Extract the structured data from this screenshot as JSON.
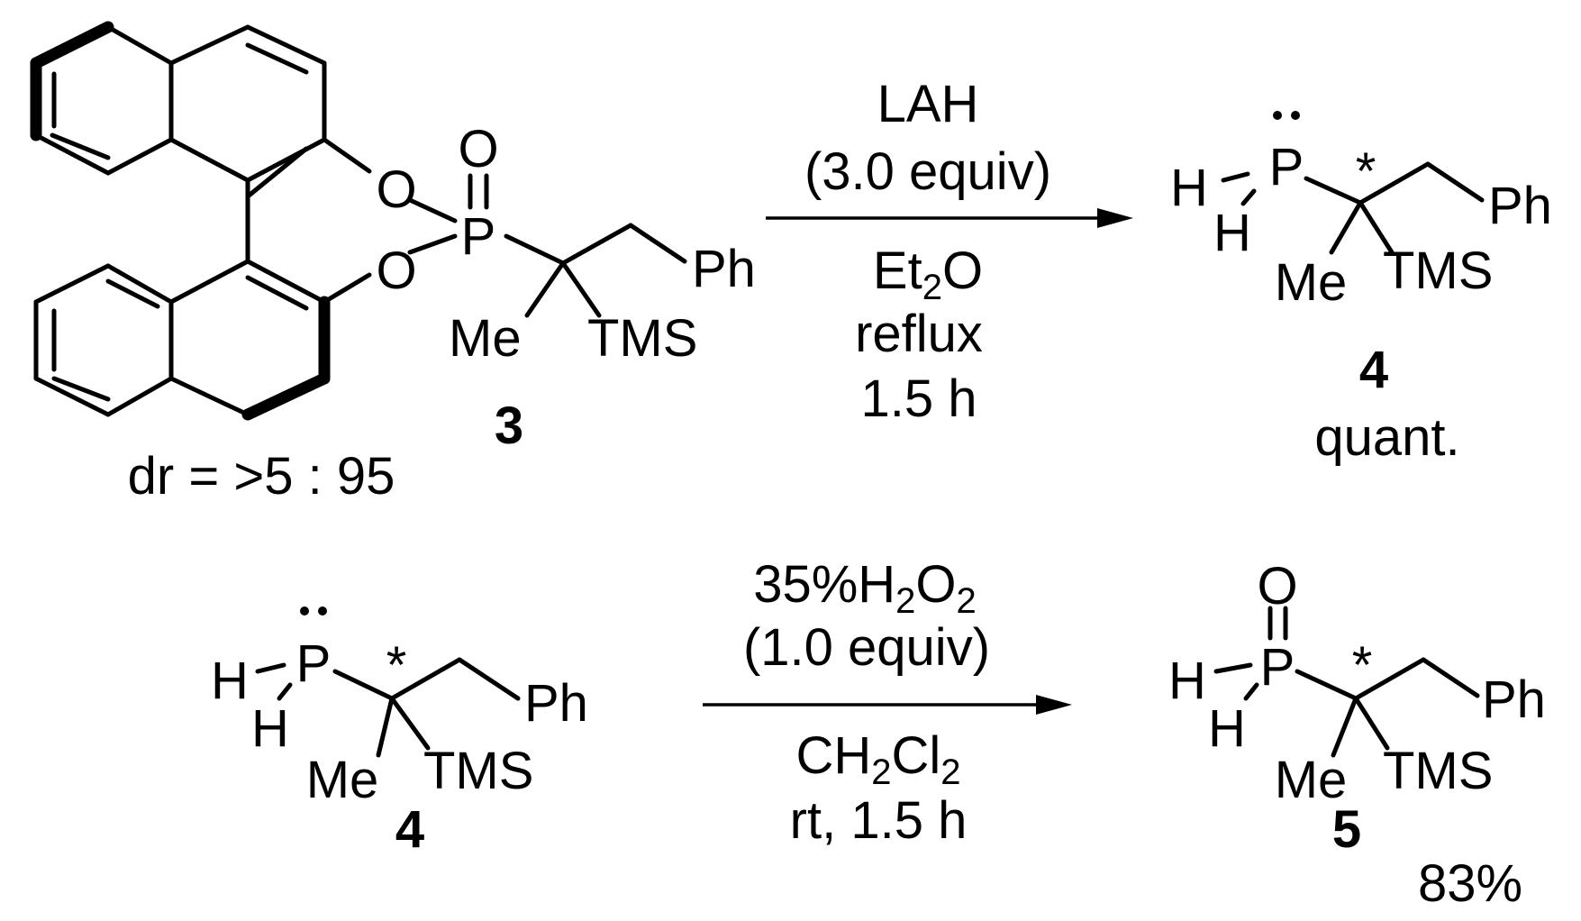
{
  "reaction1": {
    "reactant": {
      "atoms": {
        "o_top": "O",
        "o_bottom": "O",
        "o_oxide": "O",
        "p": "P",
        "ph": "Ph",
        "me": "Me",
        "tms": "TMS"
      },
      "label": "3",
      "dr": "dr = >5 : 95"
    },
    "conditions": {
      "reagent": "LAH",
      "equiv": "(3.0 equiv)",
      "solvent_main": "Et",
      "solvent_sub": "2",
      "solvent_end": "O",
      "temperature": "reflux",
      "time": "1.5 h"
    },
    "product": {
      "atoms": {
        "h1": "H",
        "h2": "H",
        "p": "P",
        "star": "*",
        "ph": "Ph",
        "me": "Me",
        "tms": "TMS"
      },
      "label": "4",
      "yield": "quant."
    }
  },
  "reaction2": {
    "reactant": {
      "atoms": {
        "h1": "H",
        "h2": "H",
        "p": "P",
        "star": "*",
        "ph": "Ph",
        "me": "Me",
        "tms": "TMS"
      },
      "label": "4"
    },
    "conditions": {
      "reagent_prefix": "35%H",
      "reagent_sub1": "2",
      "reagent_mid": "O",
      "reagent_sub2": "2",
      "equiv": "(1.0 equiv)",
      "solvent_prefix": "CH",
      "solvent_sub1": "2",
      "solvent_mid": "Cl",
      "solvent_sub2": "2",
      "time": "rt, 1.5 h"
    },
    "product": {
      "atoms": {
        "o": "O",
        "h1": "H",
        "h2": "H",
        "p": "P",
        "star": "*",
        "ph": "Ph",
        "me": "Me",
        "tms": "TMS"
      },
      "label": "5",
      "yield": "83%"
    }
  }
}
